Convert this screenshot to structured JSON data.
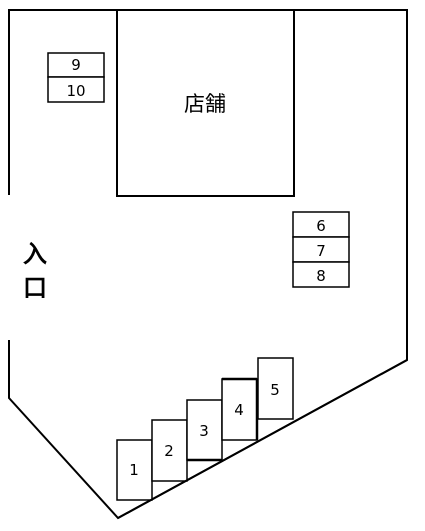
{
  "store": {
    "label": "店舗"
  },
  "entrance": {
    "char_1": "入",
    "char_2": "口"
  },
  "spaces": {
    "s1": "1",
    "s2": "2",
    "s3": "3",
    "s4": "4",
    "s5": "5",
    "s6": "6",
    "s7": "7",
    "s8": "8",
    "s9": "9",
    "s10": "10"
  }
}
